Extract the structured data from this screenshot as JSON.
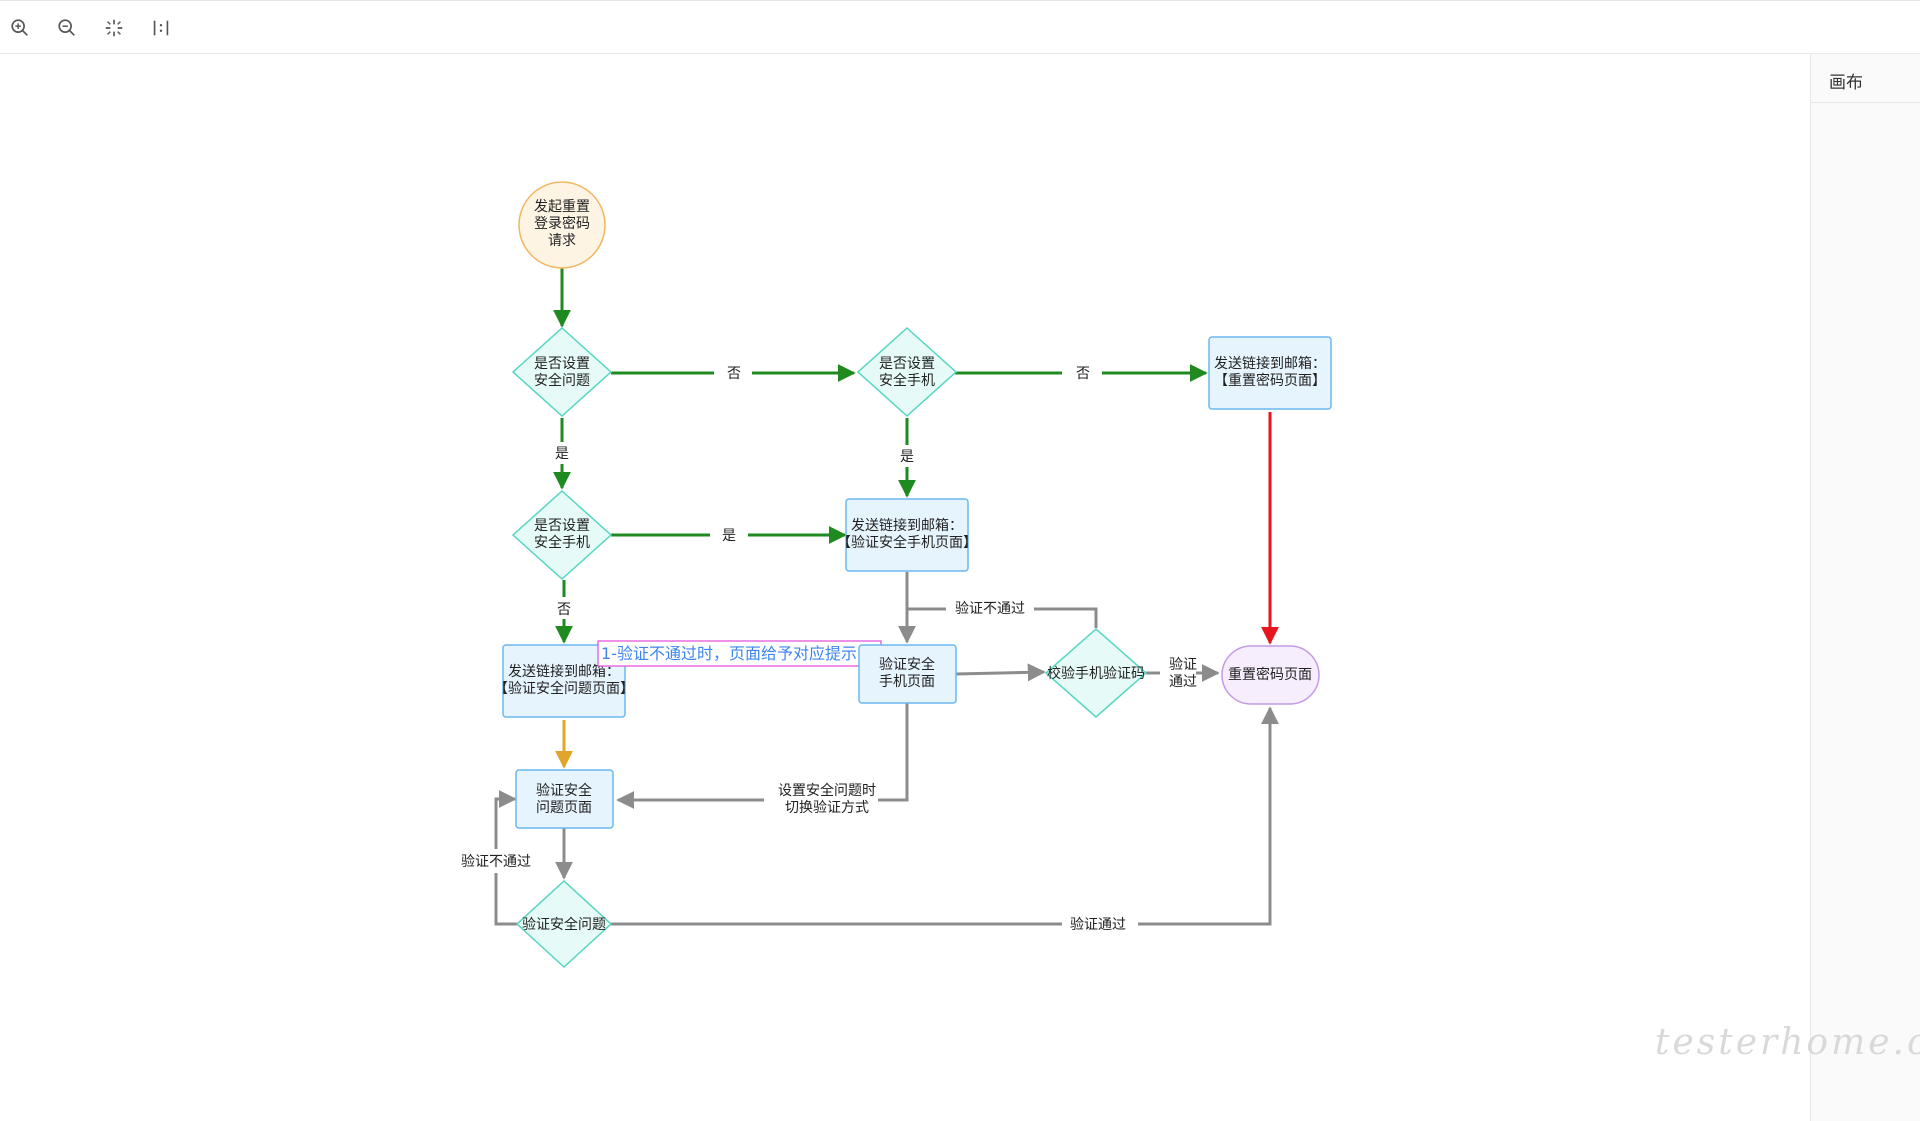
{
  "toolbar": {
    "items": [
      {
        "name": "zoom-in-icon"
      },
      {
        "name": "zoom-out-icon"
      },
      {
        "name": "fit-view-icon"
      },
      {
        "name": "actual-size-icon"
      }
    ]
  },
  "side_panel": {
    "tab_label": "画布"
  },
  "flow": {
    "start": [
      "发起重置",
      "登录密码",
      "请求"
    ],
    "d_question": [
      "是否设置",
      "安全问题"
    ],
    "d_phone_top": [
      "是否设置",
      "安全手机"
    ],
    "email_reset": [
      "发送链接到邮箱：",
      "【重置密码页面】"
    ],
    "d_phone_left": [
      "是否设置",
      "安全手机"
    ],
    "email_verify_phone": [
      "发送链接到邮箱：",
      "【验证安全手机页面】"
    ],
    "email_verify_question": [
      "发送链接到邮箱：",
      "【验证安全问题页面】"
    ],
    "verify_phone_page": [
      "验证安全",
      "手机页面"
    ],
    "check_code": "校验手机验证码",
    "reset_page": "重置密码页面",
    "verify_question_page": [
      "验证安全",
      "问题页面"
    ],
    "d_verify_question": "验证安全问题",
    "note": "1-验证不通过时，页面给予对应提示"
  },
  "edge_labels": {
    "no_1": "否",
    "no_2": "否",
    "yes_1": "是",
    "yes_2": "是",
    "yes_3": "是",
    "no_3": "否",
    "fail_phone": "验证不通过",
    "pass_phone": [
      "验证",
      "通过"
    ],
    "switch": [
      "设置安全问题时",
      "切换验证方式"
    ],
    "fail_question": "验证不通过",
    "pass_question": "验证通过"
  },
  "colors": {
    "green": "#1f8a1f",
    "red": "#e8141e",
    "gray": "#8c8c8c",
    "orange": "#e0a52a",
    "diamond_fill": "#e6fbf7",
    "diamond_stroke": "#56d6c0",
    "rect_fill": "#e6f4fe",
    "rect_stroke": "#6ab8ee",
    "start_fill": "#fef4e4",
    "start_stroke": "#f2b65e",
    "end_fill": "#f6edfd",
    "end_stroke": "#c49be6",
    "note_stroke": "#e34ad9",
    "note_text": "#3d86f0"
  },
  "watermark": "testerhome.com"
}
